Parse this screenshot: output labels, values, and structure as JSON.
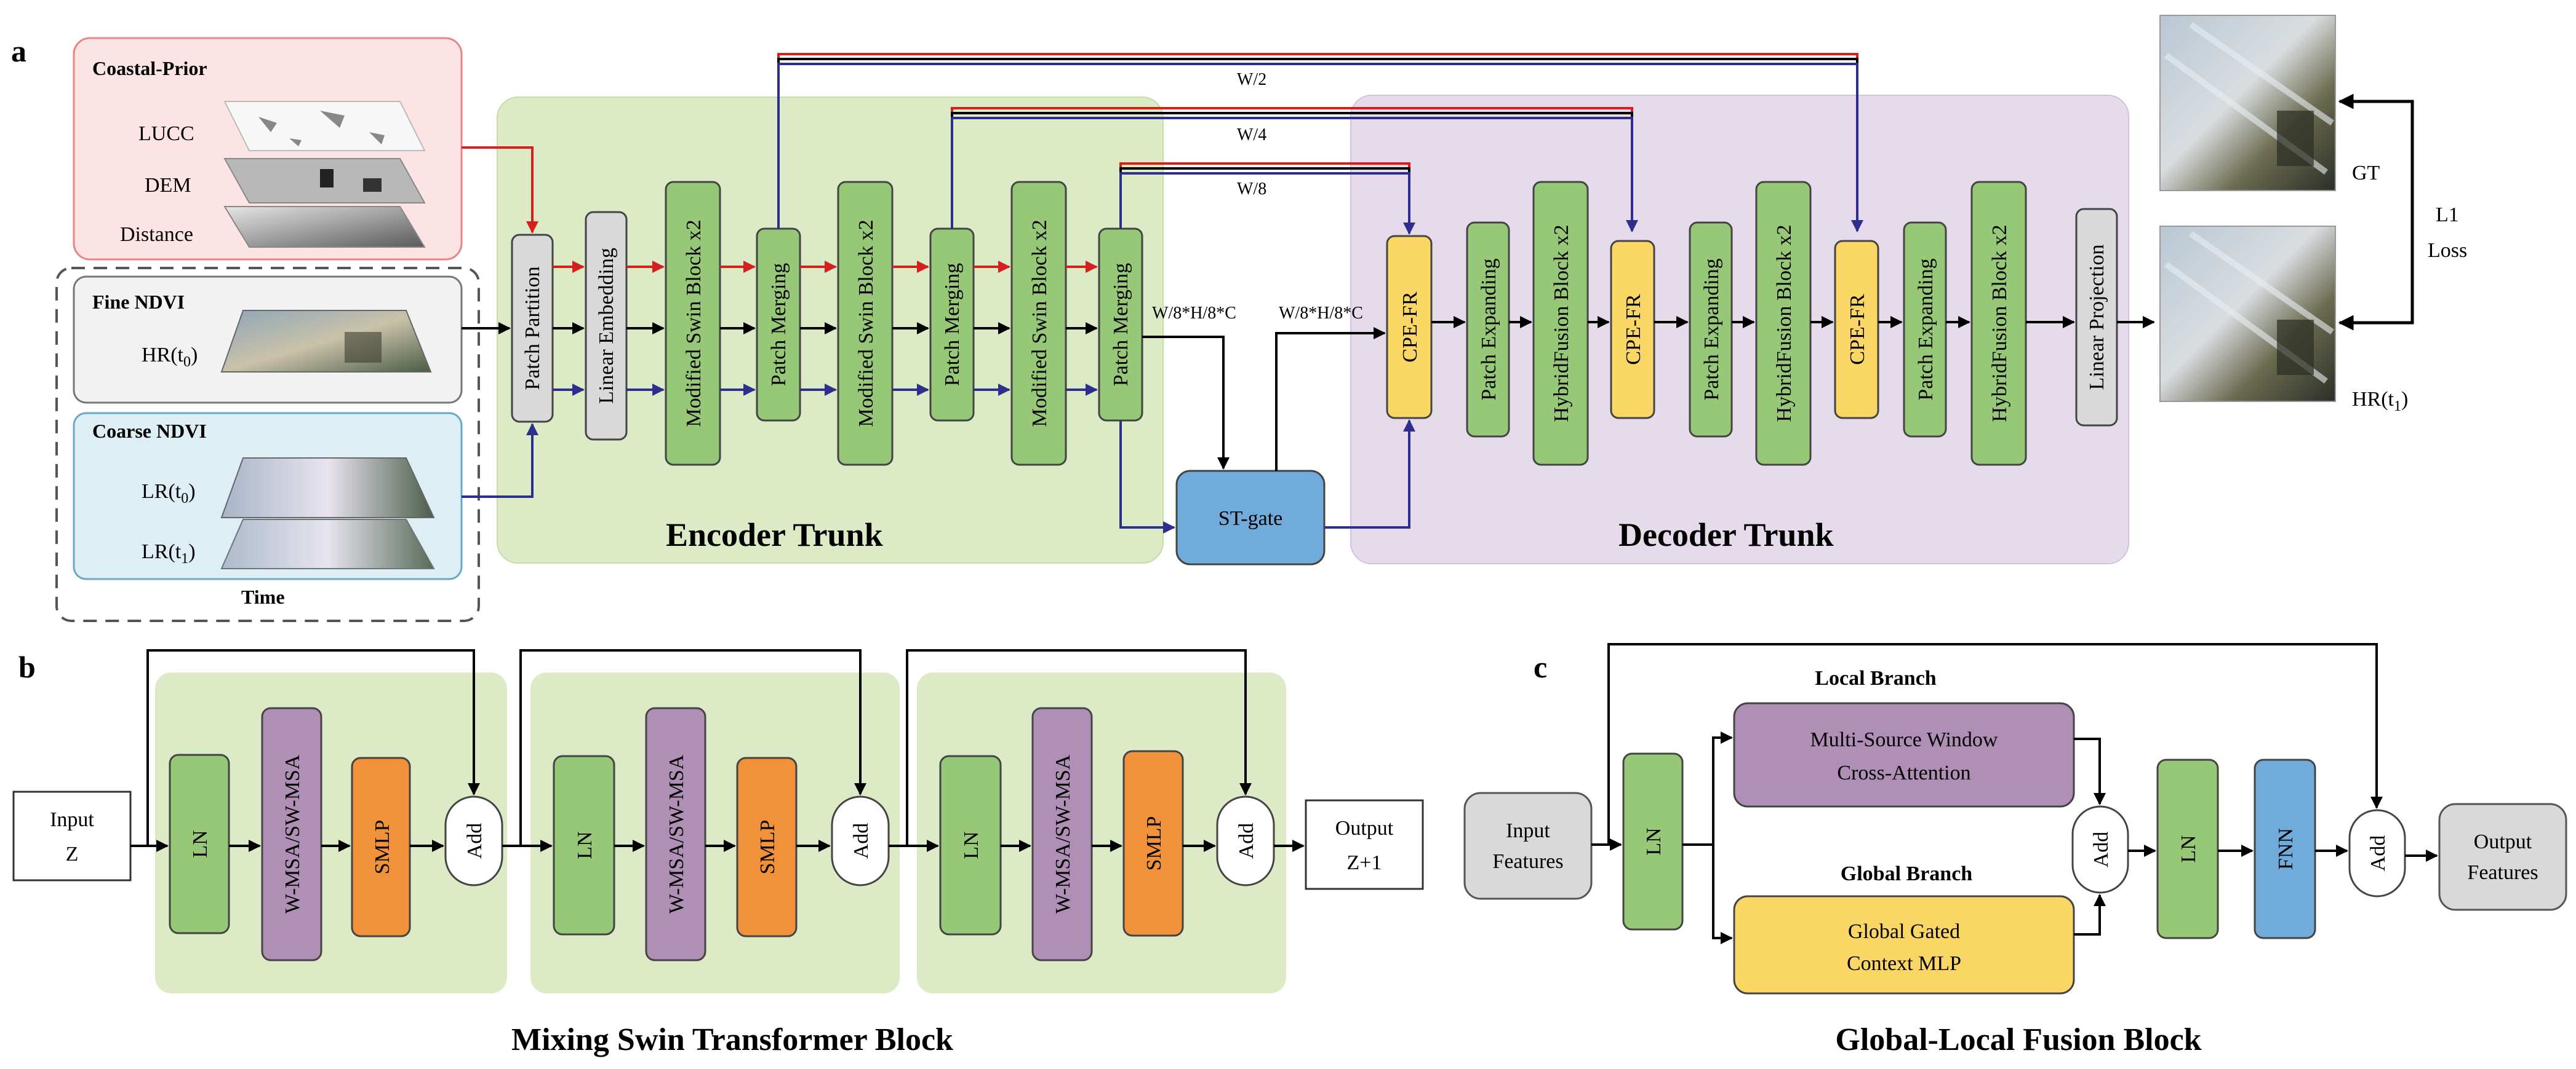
{
  "colors": {
    "green_block": "#96c878",
    "gray_block": "#d9d9d9",
    "yellow_block": "#fad664",
    "purple_block": "#b08fb6",
    "orange_block": "#f1923a",
    "blue_block": "#71abdb",
    "encoder_bg": "#dcebc6",
    "decoder_bg": "#e6dbeb",
    "prior_bg": "#fde4e4",
    "fine_bg": "#f2f2f2",
    "coarse_bg": "#ddeff5",
    "red_arrow": "#d62020",
    "blue_arrow": "#2e2e8c"
  },
  "panel_a": {
    "letter": "a",
    "coastal_prior": {
      "title": "Coastal-Prior",
      "layers": [
        "LUCC",
        "DEM",
        "Distance"
      ]
    },
    "fine_ndvi": {
      "title": "Fine NDVI",
      "label": "HR(t",
      "sub": "0",
      "close": ")"
    },
    "coarse_ndvi": {
      "title": "Coarse NDVI",
      "labels": [
        {
          "text": "LR(t",
          "sub": "0",
          "close": ")"
        },
        {
          "text": "LR(t",
          "sub": "1",
          "close": ")"
        }
      ]
    },
    "time_label": "Time",
    "encoder": {
      "title": "Encoder Trunk",
      "blocks": [
        "Patch Partition",
        "Linear Embedding",
        "Modified Swin Block x2",
        "Patch Merging",
        "Modified Swin Block x2",
        "Patch Merging",
        "Modified Swin Block x2",
        "Patch Merging"
      ]
    },
    "decoder": {
      "title": "Decoder Trunk",
      "blocks": [
        "CPE-FR",
        "Patch Expanding",
        "HybridFusion Block x2",
        "CPE-FR",
        "Patch Expanding",
        "HybridFusion Block x2",
        "CPE-FR",
        "Patch Expanding",
        "HybridFusion Block x2",
        "Linear Projection"
      ]
    },
    "st_gate": "ST-gate",
    "skip_labels": [
      "W/2",
      "W/4",
      "W/8"
    ],
    "dim_labels": [
      "W/8*H/8*C",
      "W/8*H/8*C"
    ],
    "gt_label": "GT",
    "hr_t1": {
      "text": "HR(t",
      "sub": "1",
      "close": ")"
    },
    "loss": [
      "L1",
      "Loss"
    ]
  },
  "panel_b": {
    "letter": "b",
    "title": "Mixing Swin Transformer Block",
    "input": [
      "Input",
      "Z"
    ],
    "output": [
      "Output",
      "Z+1"
    ],
    "ln": "LN",
    "msa": "W-MSA/SW-MSA",
    "smlp": "SMLP",
    "add": "Add"
  },
  "panel_c": {
    "letter": "c",
    "title": "Global-Local Fusion Block",
    "input": [
      "Input",
      "Features"
    ],
    "output": [
      "Output",
      "Features"
    ],
    "ln": "LN",
    "local_branch": "Local Branch",
    "local_block": [
      "Multi-Source Window",
      "Cross-Attention"
    ],
    "global_branch": "Global Branch",
    "global_block": [
      "Global Gated",
      "Context MLP"
    ],
    "add": "Add",
    "fnn": "FNN"
  }
}
